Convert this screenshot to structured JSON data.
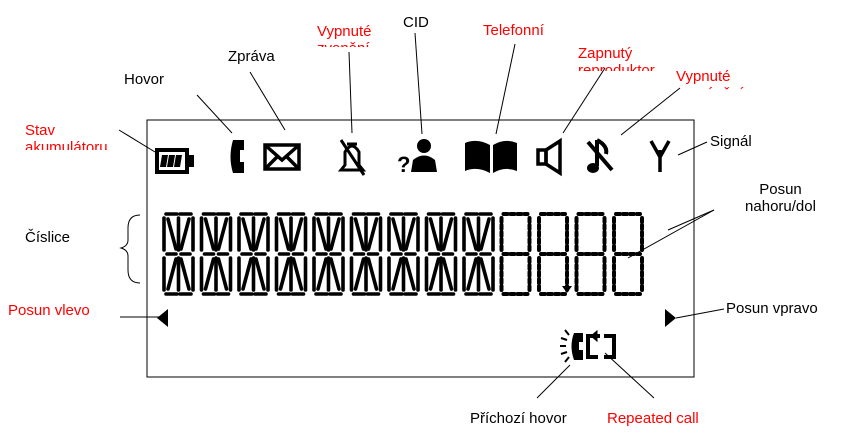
{
  "colors": {
    "label": "#000000",
    "highlight": "#ff0000",
    "lcd": "#000000"
  },
  "labels": {
    "battery": "Stav akumulátoru",
    "call": "Hovor",
    "message": "Zpráva",
    "ringer_off": "Vypnuté zvonění",
    "cid": "CID",
    "phonebook": "Telefonní seznam",
    "speaker_on": "Zapnutý reproduktor",
    "mute": "Vypnuté vyzvánění",
    "signal": "Signál",
    "digits": "Číslice",
    "scroll_updown": "Posun nahoru/dol",
    "scroll_left": "Posun vlevo",
    "scroll_right": "Posun vpravo",
    "incoming_call": "Příchozí hovor",
    "repeated_call": "Repeated call"
  },
  "icons": [
    "battery-icon",
    "handset-icon",
    "envelope-icon",
    "ringer-off-icon",
    "cid-person-icon",
    "phonebook-icon",
    "speaker-icon",
    "mute-note-icon",
    "antenna-icon",
    "arrow-left-icon",
    "arrow-right-icon",
    "incoming-call-icon",
    "repeat-icon"
  ]
}
